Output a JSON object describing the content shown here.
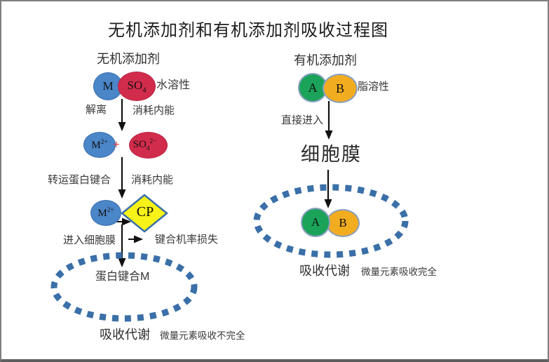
{
  "title": "无机添加剂和有机添加剂吸收过程图",
  "colors": {
    "node-blue": "#4a86c8",
    "node-red": "#d22c4c",
    "node-yellow": "#f7f218",
    "node-green": "#1ba35a",
    "node-orange": "#f2ac1f",
    "dash-blue": "#3a6fa8",
    "plus-red": "#e0404e",
    "border-gray": "#7f7f7f"
  },
  "left": {
    "heading": "无机添加剂",
    "solubility": "水溶性",
    "step1_left": "解离",
    "step1_right": "消耗内能",
    "step2_left": "转运蛋白键合",
    "step2_right": "消耗内能",
    "step3_left": "进入细胞膜",
    "branch_label": "键合机率损失",
    "membrane_content": "蛋白键合M",
    "result": "吸收代谢",
    "result_note": "微量元素吸收不完全",
    "plus": "+",
    "nodes": {
      "m": "M",
      "so4": {
        "base": "SO",
        "sub": "4"
      },
      "m2": {
        "base": "M",
        "sup": "2+"
      },
      "so42": {
        "base": "SO",
        "sub": "4",
        "sup": "2−"
      },
      "cp": "CP"
    }
  },
  "right": {
    "heading": "有机添加剂",
    "solubility": "脂溶性",
    "step1": "直接进入",
    "membrane": "细胞膜",
    "result": "吸收代谢",
    "result_note": "微量元素吸收完全",
    "nodes": {
      "a": "A",
      "b": "B"
    }
  }
}
